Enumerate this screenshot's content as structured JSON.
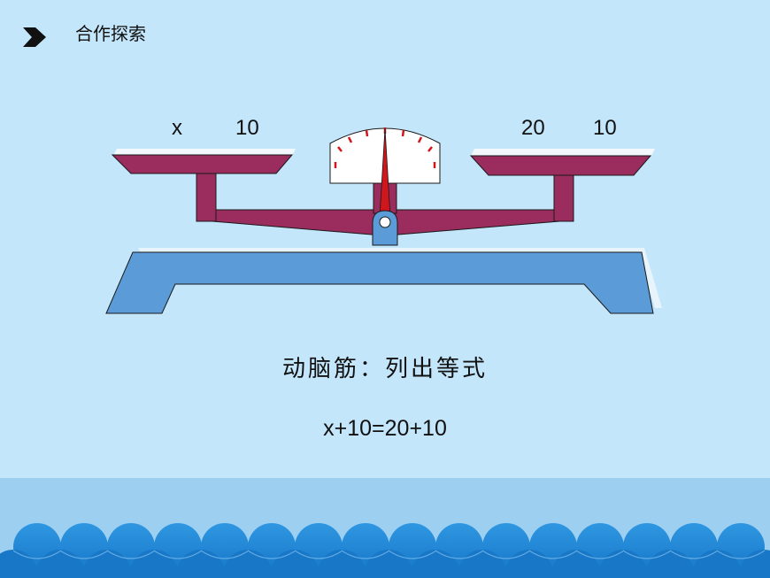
{
  "slide": {
    "title": "合作探索"
  },
  "balance": {
    "left_pan": [
      "x",
      "10"
    ],
    "right_pan": [
      "20",
      "10"
    ]
  },
  "prompt": "动脑筋：列出等式",
  "equation": "x+10=20+10",
  "colors": {
    "background": "#c4e6fa",
    "beam": "#9a2c5e",
    "base": "#5b9bd8",
    "needle": "#d0161d",
    "waves": "#1e88d8"
  },
  "icons": {
    "bullet": "chevron-right-icon"
  }
}
